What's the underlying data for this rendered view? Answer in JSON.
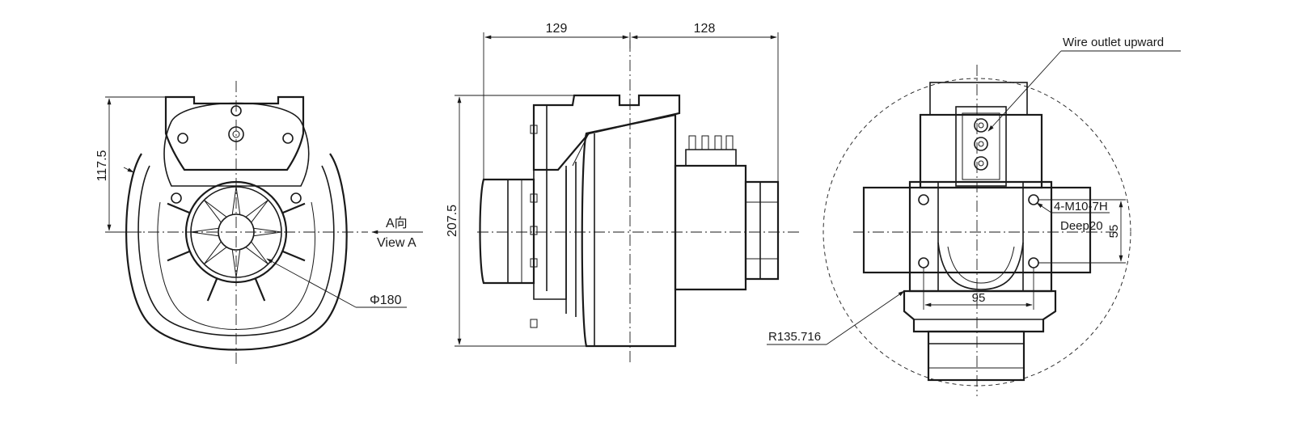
{
  "dimensions": {
    "width_129": "129",
    "width_128": "128",
    "height_207_5": "207.5",
    "height_117_5": "117.5",
    "diameter": "Φ180",
    "hole_spacing_95": "95",
    "hole_spacing_55": "55",
    "radius": "R135.716"
  },
  "labels": {
    "view_a_cn": "A向",
    "view_a_en": "View A",
    "wire_outlet": "Wire outlet upward",
    "thread_spec": "4-M10-7H",
    "thread_depth": "Deep20"
  }
}
